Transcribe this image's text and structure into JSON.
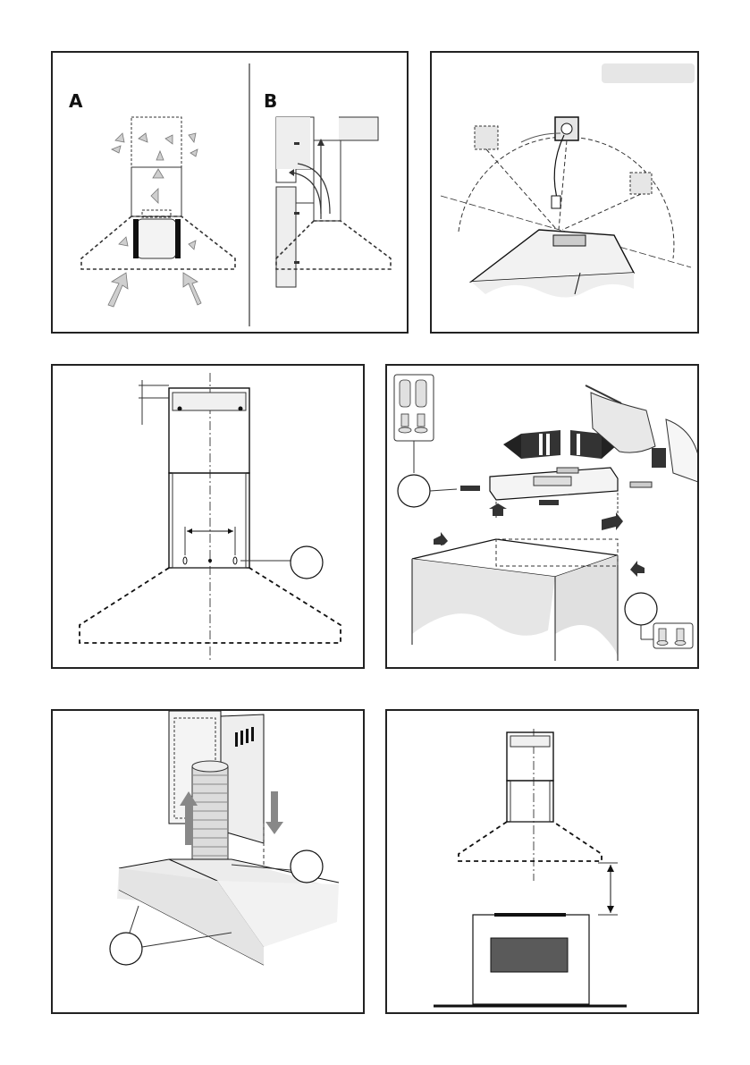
{
  "panels": [
    {
      "id": "ventilation-modes",
      "labels": {
        "a": "A",
        "b": "B"
      }
    },
    {
      "id": "electrical-connection"
    },
    {
      "id": "chimney-dimensions"
    },
    {
      "id": "bracket-drilling"
    },
    {
      "id": "duct-connection"
    },
    {
      "id": "height-above-hob"
    }
  ],
  "colors": {
    "border": "#222222",
    "arrow_fill": "#cfcfcf",
    "shade": "#e8e8e8"
  }
}
